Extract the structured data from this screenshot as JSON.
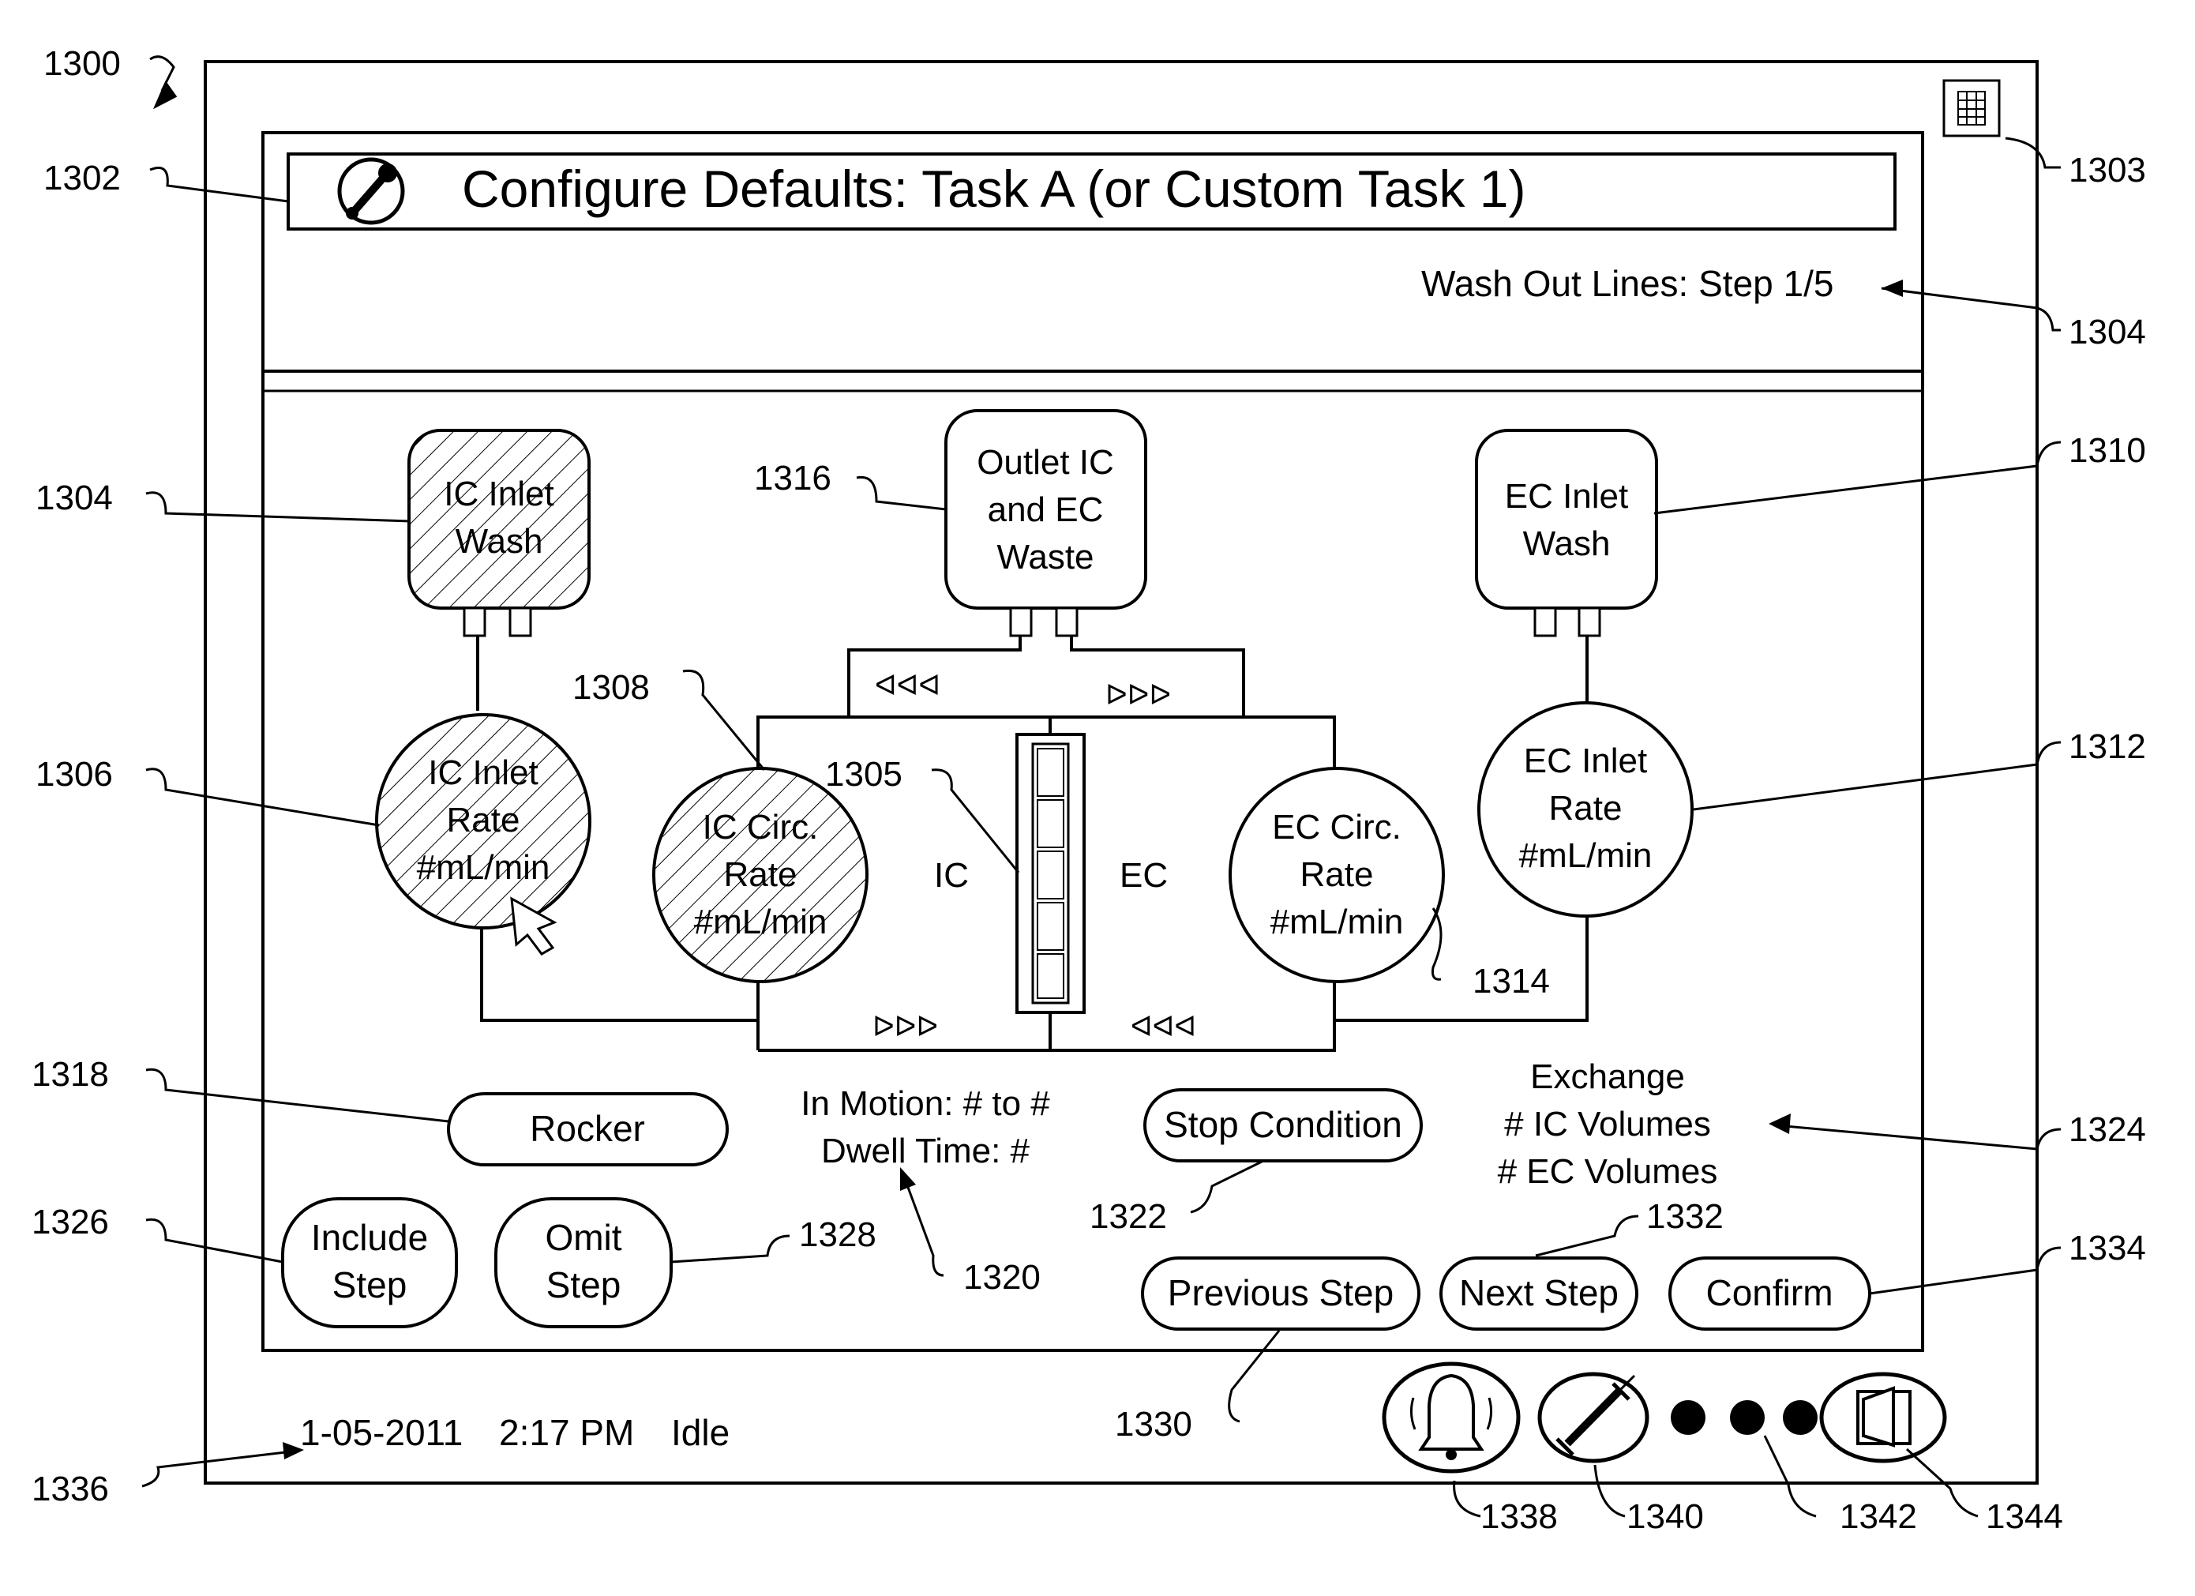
{
  "figure_refs": {
    "screen": "1300",
    "title_bar": "1302",
    "menu_icon": "1303",
    "step_label": "1304",
    "ic_inlet_wash": "1304",
    "ic_inlet_rate": "1306",
    "ic_circ_rate": "1308",
    "ec_inlet_wash": "1310",
    "ec_inlet_rate": "1312",
    "ec_circ_rate": "1314",
    "bioreactor": "1305",
    "outlet": "1316",
    "rocker": "1318",
    "motion_text": "1320",
    "stop_condition": "1322",
    "exchange": "1324",
    "include_step": "1326",
    "omit_step": "1328",
    "previous_step": "1330",
    "next_step": "1332",
    "confirm": "1334",
    "status_bar": "1336",
    "alarm": "1338",
    "syringe": "1340",
    "more": "1342",
    "exit": "1344"
  },
  "title": "Configure Defaults: Task A (or Custom Task 1)",
  "step_label": "Wash Out Lines: Step 1/5",
  "bags": {
    "ic_inlet_wash": [
      "IC Inlet",
      "Wash"
    ],
    "outlet": [
      "Outlet IC",
      "and EC",
      "Waste"
    ],
    "ec_inlet_wash": [
      "EC Inlet",
      "Wash"
    ]
  },
  "pumps": {
    "ic_inlet_rate": [
      "IC Inlet",
      "Rate",
      "#mL/min"
    ],
    "ic_circ_rate": [
      "IC Circ.",
      "Rate",
      "#mL/min"
    ],
    "ec_circ_rate": [
      "EC Circ.",
      "Rate",
      "#mL/min"
    ],
    "ec_inlet_rate": [
      "EC Inlet",
      "Rate",
      "#mL/min"
    ]
  },
  "bioreactor": {
    "ic_label": "IC",
    "ec_label": "EC"
  },
  "flow_arrows": {
    "left": "ᐊᐊᐊ",
    "right": "ᐅᐅᐅ"
  },
  "rocker_button": "Rocker",
  "motion_text": [
    "In Motion: # to #",
    "Dwell Time: #"
  ],
  "stop_condition_button": "Stop Condition",
  "exchange_text": [
    "Exchange",
    "# IC Volumes",
    "# EC Volumes"
  ],
  "buttons": {
    "include_step": [
      "Include",
      "Step"
    ],
    "omit_step": [
      "Omit",
      "Step"
    ],
    "previous_step": "Previous Step",
    "next_step": "Next Step",
    "confirm": "Confirm"
  },
  "status": {
    "date": "1-05-2011",
    "time": "2:17 PM",
    "state": "Idle"
  },
  "icons": {
    "title": "wrench-icon",
    "menu": "grid-menu-icon",
    "alarm": "bell-icon",
    "syringe": "syringe-icon",
    "more": "three-dots-icon",
    "exit": "exit-door-icon"
  }
}
